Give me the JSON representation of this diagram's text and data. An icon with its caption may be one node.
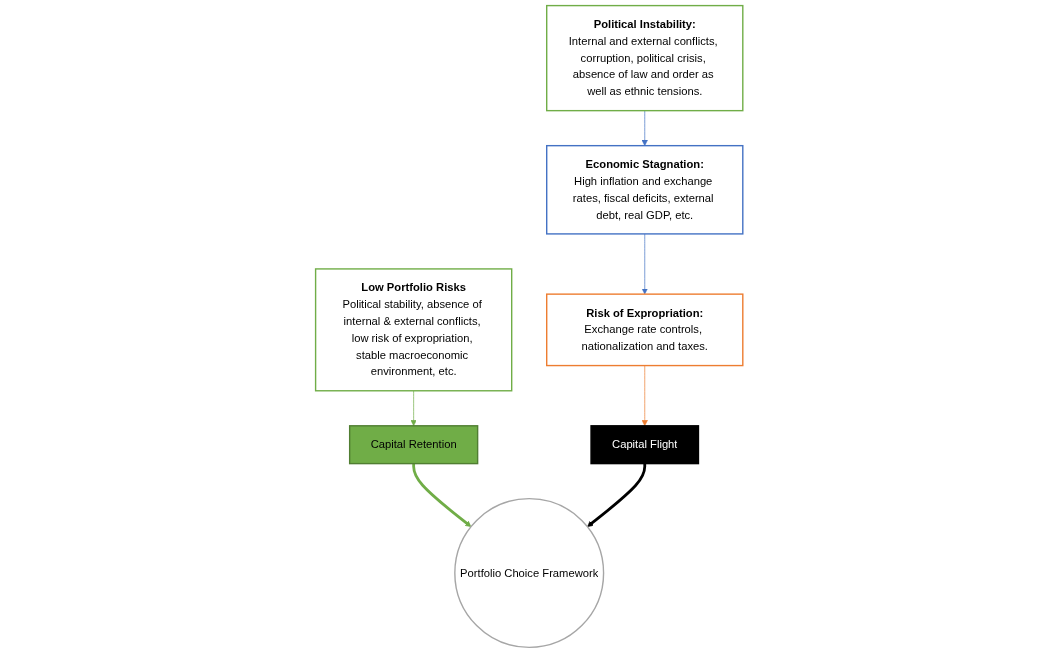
{
  "diagram": {
    "nodes": [
      {
        "text": [
          "Political Instability:",
          "Internal and external conflicts, corruption, political crisis, absence of law and order as well as ethnic tensions."
        ]
      },
      {
        "text": [
          "Economic Stagnation:",
          "High inflation and exchange rates, fiscal deficits, external debt, real GDP, etc."
        ]
      },
      {
        "text": [
          "Risk of Expropriation:",
          "Exchange rate controls, nationalization and taxes."
        ]
      },
      {
        "text": [
          "Capital Retention"
        ]
      },
      {
        "text": [
          "Portfolio Choice Framework"
        ]
      },
      {
        "text": [
          "Low Portfolio Risks",
          "Political stability, absence of internal & external conflicts, low risk of expropriation, stable macroeconomic environment, etc."
        ]
      },
      {
        "text": [
          "Capital Flight"
        ]
      }
    ],
    "edges": [
      {
        "from": 0,
        "to": 1,
        "arrow": "to",
        "color": "#4472c4"
      },
      {
        "from": 1,
        "to": 2,
        "arrow": "to",
        "color": "#4472c4"
      },
      {
        "from": 2,
        "to": 6,
        "arrow": "to",
        "color": "#ed7d31"
      },
      {
        "from": 5,
        "to": 3,
        "arrow": "to",
        "color": "#70ad47"
      },
      {
        "from": 3,
        "to": 4,
        "arrow": "to",
        "style": "thick",
        "color": "#70ad47"
      },
      {
        "from": 6,
        "to": 4,
        "arrow": "to",
        "style": "thick",
        "color": "#000000"
      }
    ]
  }
}
